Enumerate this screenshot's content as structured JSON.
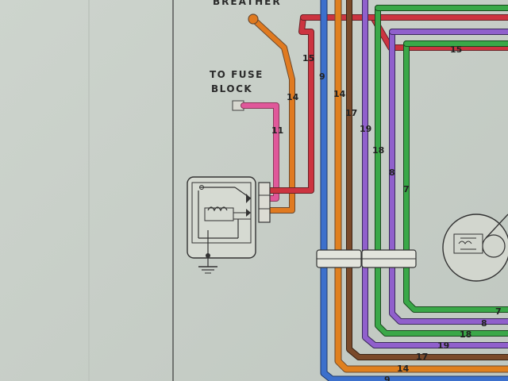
{
  "top_label_partial": "BREATHER",
  "fuse_label": [
    "TO FUSE",
    "BLOCK"
  ],
  "wire_numbers": {
    "w15_vertical": "15",
    "w15_horizontal": "15",
    "w14_left": "14",
    "w9": "9",
    "w14_right": "14",
    "w11": "11",
    "w17_vertical": "17",
    "w19_vertical": "19",
    "w18_vertical": "18",
    "w8_vertical": "8",
    "w7_vertical": "7",
    "w7_bottom": "7",
    "w8_bottom": "8",
    "w18_bottom": "18",
    "w19_bottom": "19",
    "w17_bottom": "17",
    "w14_bottom": "14",
    "w9_bottom": "9"
  },
  "colors": {
    "paper": "#c9d0c9",
    "red": "#c8323c",
    "orange": "#e0781e",
    "blue": "#3c6ec8",
    "brown": "#7a4a2a",
    "purple": "#8c5ac8",
    "green": "#3aa040",
    "pink": "#e0508a",
    "ink": "#2a2a2a"
  }
}
